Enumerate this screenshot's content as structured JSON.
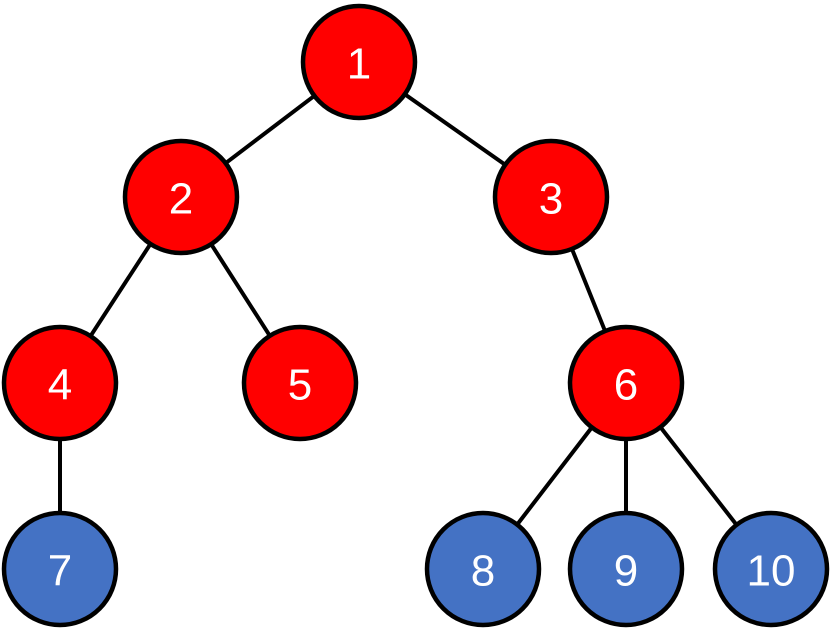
{
  "colors": {
    "red_node": "#FF0000",
    "blue_node": "#4472C4",
    "edge": "#000000",
    "label": "#FFFFFF"
  },
  "nodes": [
    {
      "id": "1",
      "label": "1",
      "color": "red"
    },
    {
      "id": "2",
      "label": "2",
      "color": "red"
    },
    {
      "id": "3",
      "label": "3",
      "color": "red"
    },
    {
      "id": "4",
      "label": "4",
      "color": "red"
    },
    {
      "id": "5",
      "label": "5",
      "color": "red"
    },
    {
      "id": "6",
      "label": "6",
      "color": "red"
    },
    {
      "id": "7",
      "label": "7",
      "color": "blue"
    },
    {
      "id": "8",
      "label": "8",
      "color": "blue"
    },
    {
      "id": "9",
      "label": "9",
      "color": "blue"
    },
    {
      "id": "10",
      "label": "10",
      "color": "blue"
    }
  ],
  "edges": [
    {
      "from": "1",
      "to": "2"
    },
    {
      "from": "1",
      "to": "3"
    },
    {
      "from": "2",
      "to": "4"
    },
    {
      "from": "2",
      "to": "5"
    },
    {
      "from": "3",
      "to": "6"
    },
    {
      "from": "4",
      "to": "7"
    },
    {
      "from": "6",
      "to": "8"
    },
    {
      "from": "6",
      "to": "9"
    },
    {
      "from": "6",
      "to": "10"
    }
  ]
}
